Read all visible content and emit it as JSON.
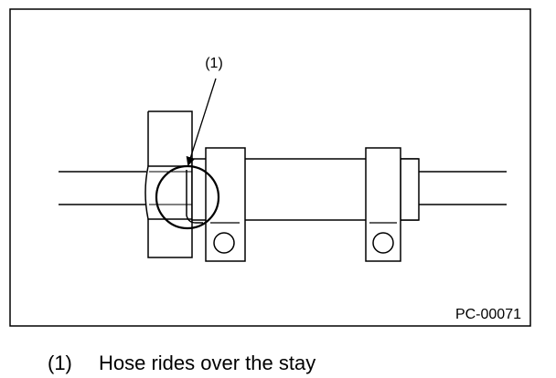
{
  "figure": {
    "callout": "(1)",
    "code": "PC-00071"
  },
  "legend": {
    "number": "(1)",
    "text": "Hose rides over the stay"
  }
}
